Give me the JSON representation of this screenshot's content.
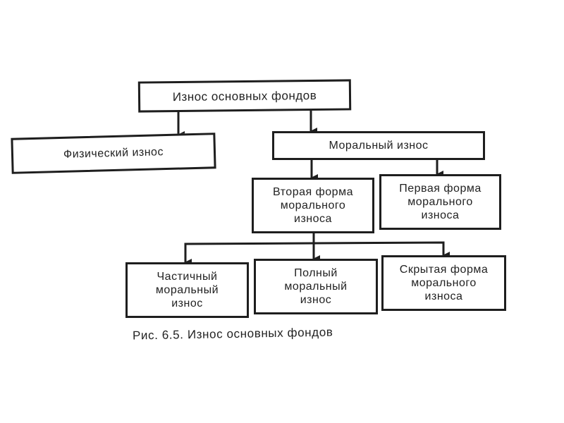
{
  "nodes": {
    "root": "Износ основных фондов",
    "physical": "Физический износ",
    "moral": "Моральный износ",
    "second_form": "Вторая форма\nморального\nизноса",
    "first_form": "Первая форма\nморального\nизноса",
    "partial": "Частичный\nморальный\nизнос",
    "full": "Полный\nморальный\nизнос",
    "hidden": "Скрытая форма\nморального\nизноса"
  },
  "caption": "Рис. 6.5. Износ основных фондов"
}
